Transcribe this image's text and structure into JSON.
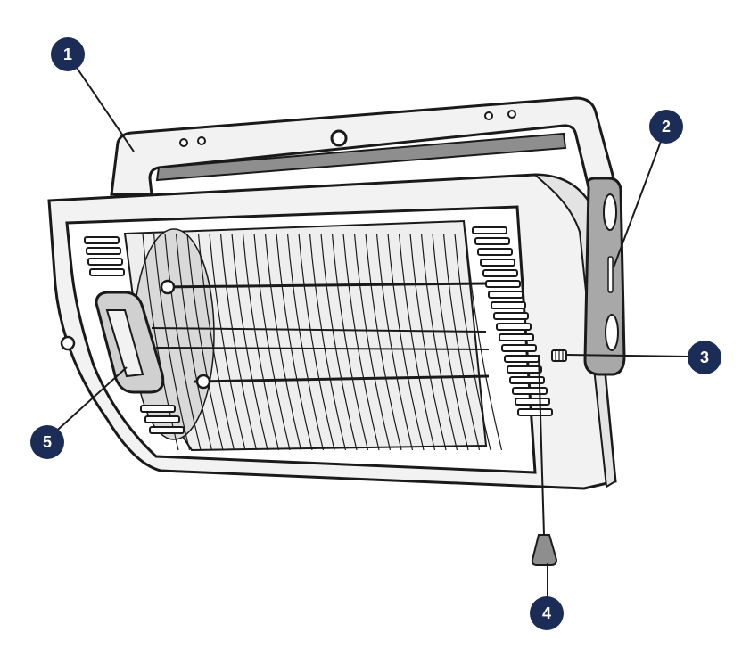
{
  "colors": {
    "outline": "#1a1a1a",
    "body_fill": "#f2f2f2",
    "shadow_gray": "#8e8e8e",
    "callout_fill": "#1b2d57",
    "callout_text": "#ffffff",
    "handle_gray": "#a8a8a8",
    "element_glow": "#d9d9d9"
  },
  "callouts": [
    {
      "id": "1",
      "label": "1"
    },
    {
      "id": "2",
      "label": "2"
    },
    {
      "id": "3",
      "label": "3"
    },
    {
      "id": "4",
      "label": "4"
    },
    {
      "id": "5",
      "label": "5"
    }
  ]
}
